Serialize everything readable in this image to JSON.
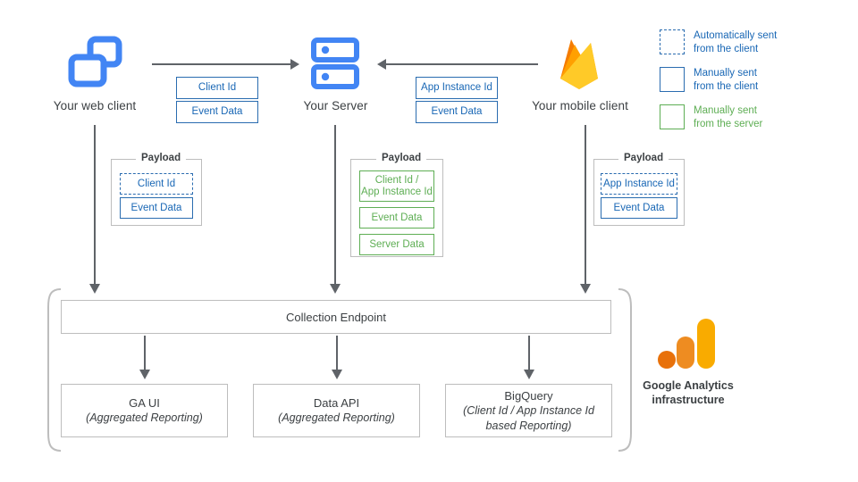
{
  "nodes": {
    "web_client": "Your web client",
    "server": "Your Server",
    "mobile_client": "Your mobile client"
  },
  "flows": {
    "web_to_server": [
      {
        "label": "Client Id",
        "style": "blue"
      },
      {
        "label": "Event Data",
        "style": "blue"
      }
    ],
    "mobile_to_server": [
      {
        "label": "App Instance Id",
        "style": "blue"
      },
      {
        "label": "Event Data",
        "style": "blue"
      }
    ]
  },
  "payloads": {
    "title": "Payload",
    "web": [
      {
        "label": "Client Id",
        "style": "blue-dashed"
      },
      {
        "label": "Event Data",
        "style": "blue"
      }
    ],
    "server": [
      {
        "label": "Client Id /\nApp Instance Id",
        "style": "green"
      },
      {
        "label": "Event Data",
        "style": "green"
      },
      {
        "label": "Server Data",
        "style": "green"
      }
    ],
    "mobile": [
      {
        "label": "App Instance Id",
        "style": "blue-dashed"
      },
      {
        "label": "Event Data",
        "style": "blue"
      }
    ]
  },
  "legend": {
    "items": [
      {
        "swatch": "dashed-blue",
        "line1": "Automatically sent",
        "line2": "from the client",
        "color": "#1967b5"
      },
      {
        "swatch": "solid-blue",
        "line1": "Manually sent",
        "line2": "from the client",
        "color": "#1967b5"
      },
      {
        "swatch": "solid-green",
        "line1": "Manually sent",
        "line2": "from the server",
        "color": "#5eae54"
      }
    ]
  },
  "infrastructure": {
    "endpoint": "Collection Endpoint",
    "outputs": [
      {
        "title": "GA UI",
        "subtitle": "(Aggregated Reporting)"
      },
      {
        "title": "Data API",
        "subtitle": "(Aggregated Reporting)"
      },
      {
        "title": "BigQuery",
        "subtitle": "(Client Id / App Instance Id\nbased Reporting)"
      }
    ],
    "caption_line1": "Google Analytics",
    "caption_line2": "infrastructure"
  },
  "colors": {
    "blue_accent": "#4285f4",
    "blue_border": "#2a6cb0",
    "blue_text": "#1967b5",
    "green": "#5eae54",
    "gray_line": "#5f6368",
    "gray_border": "#bdbdbd",
    "ga_orange_dark": "#e8710a",
    "ga_orange_mid": "#ee8c21",
    "ga_orange_light": "#f9ab00",
    "firebase_amber": "#ffa000",
    "firebase_yellow": "#ffca28",
    "firebase_orange": "#f57c00"
  },
  "icons": {
    "web_client": "browser-windows-icon",
    "server": "server-rack-icon",
    "mobile_client": "firebase-flame-icon",
    "analytics": "google-analytics-icon"
  }
}
